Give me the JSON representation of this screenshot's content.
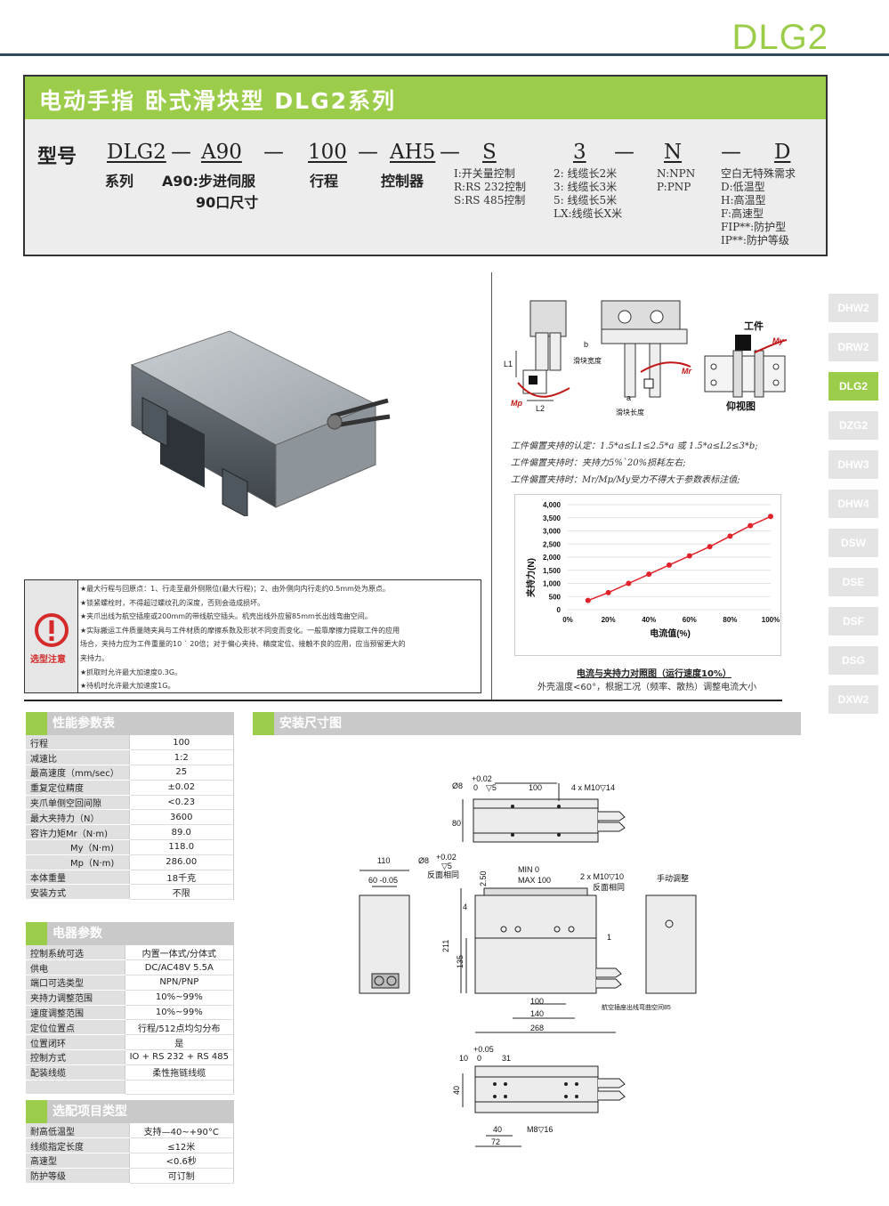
{
  "brand": "DLG2",
  "header": {
    "title": "电动手指  卧式滑块型  DLG2系列",
    "model_label": "型号",
    "codes": [
      "DLG2",
      "A90",
      "100",
      "AH5",
      "S",
      "3",
      "N",
      "D"
    ],
    "dash": "—",
    "labels": {
      "series": "系列",
      "motor": "A90:步进伺服",
      "motor2": "90口尺寸",
      "stroke": "行程",
      "controller": "控制器"
    },
    "control_options": [
      "I:开关量控制",
      "R:RS 232控制",
      "S:RS 485控制"
    ],
    "cable_options": [
      "2: 线缆长2米",
      "3: 线缆长3米",
      "5: 线缆长5米",
      "LX:线缆长X米"
    ],
    "io_options": [
      "N:NPN",
      "P:PNP"
    ],
    "special_options": [
      "空白无特殊需求",
      "D:低温型",
      "H:高温型",
      "F:高速型",
      "FIP**:防护型",
      "IP**:防护等级"
    ]
  },
  "side_tabs": [
    "DHW2",
    "DRW2",
    "DLG2",
    "DZG2",
    "DHW3",
    "DHW4",
    "DSW",
    "DSE",
    "DSF",
    "DSG",
    "DXW2"
  ],
  "active_tab": "DLG2",
  "notice": {
    "label": "选型注意",
    "lines": [
      "★最大行程与回原点：1、行走至最外侧限位(最大行程)；2、由外侧向内行走约0.5mm处为原点。",
      "★锁紧螺栓时，不得超过螺纹孔的深度，否则会造成损坏。",
      "★夹爪出线为航空插座或200mm的带线航空插头。机壳出线外应留85mm长出线弯曲空间。",
      "★实际搬运工件质量随夹具与工件材质的摩擦系数及形状不同变而变化。一般靠摩擦力提取工件的应用",
      "场合，夹持力应为工件重量的10 ` 20倍；对于偏心夹持、精度定位、接触不良的应用，应当预留更大的",
      "夹持力。",
      "★抓取时允许最大加速度0.3G。",
      "★待机时允许最大加速度1G。"
    ]
  },
  "offset_diagram": {
    "labels": {
      "workpiece": "工件",
      "bottom_view": "仰视图",
      "slider_width": "滑块宽度",
      "slider_length": "滑块长度",
      "L1": "L1",
      "L2": "L2",
      "a": "a",
      "b": "b",
      "Mp": "Mp",
      "Mr": "Mr",
      "My": "My"
    },
    "notes": [
      "工件偏置夹持的认定：1.5*a≤L1≤2.5*a 或 1.5*a≤L2≤3*b;",
      "工件偏置夹持时：夹持力5%`20%损耗左右;",
      "工件偏置夹持时：Mr/Mp/My受力不得大于参数表标注值;"
    ]
  },
  "chart_data": {
    "type": "line",
    "title": "电流与夹持力对照图（运行速度10%）",
    "xlabel": "电流值(%)",
    "ylabel": "夹持力(N)",
    "x_ticks": [
      "0%",
      "20%",
      "40%",
      "60%",
      "80%",
      "100%"
    ],
    "y_ticks": [
      "0",
      "500",
      "1,000",
      "1,500",
      "2,000",
      "2,500",
      "3,000",
      "3,500",
      "4,000"
    ],
    "xlim": [
      0,
      100
    ],
    "ylim": [
      0,
      4000
    ],
    "grid": true,
    "color": "#e2222a",
    "x": [
      10,
      20,
      30,
      40,
      50,
      60,
      70,
      80,
      90,
      100
    ],
    "values": [
      350,
      650,
      1000,
      1350,
      1700,
      2050,
      2400,
      2800,
      3200,
      3550
    ],
    "caption": "外壳温度<60°，根据工况（频率、散热）调整电流大小"
  },
  "performance": {
    "title": "性能参数表",
    "rows": [
      [
        "行程",
        "100"
      ],
      [
        "减速比",
        "1:2"
      ],
      [
        "最高速度（mm/sec）",
        "25"
      ],
      [
        "重复定位精度",
        "±0.02"
      ],
      [
        "夹爪单侧空回间隙",
        "<0.23"
      ],
      [
        "最大夹持力（N）",
        "3600"
      ],
      [
        "容许力矩Mr（N·m)",
        "89.0"
      ],
      [
        "My（N·m)",
        "118.0"
      ],
      [
        "Mp（N·m)",
        "286.00"
      ],
      [
        "本体重量",
        "18千克"
      ],
      [
        "安装方式",
        "不限"
      ]
    ]
  },
  "electrical": {
    "title": "电器参数",
    "rows": [
      [
        "控制系统可选",
        "内置一体式/分体式"
      ],
      [
        "供电",
        "DC/AC48V  5.5A"
      ],
      [
        "端口可选类型",
        "NPN/PNP"
      ],
      [
        "夹持力调整范围",
        "10%~99%"
      ],
      [
        "速度调整范围",
        "10%~99%"
      ],
      [
        "定位位置点",
        "行程/512点均匀分布"
      ],
      [
        "位置闭环",
        "是"
      ],
      [
        "控制方式",
        "IO + RS 232 + RS 485"
      ],
      [
        "配装线缆",
        "柔性拖链线缆"
      ],
      [
        "",
        ""
      ]
    ]
  },
  "options": {
    "title": "选配项目类型",
    "rows": [
      [
        "耐高低温型",
        "支持—40~+90°C"
      ],
      [
        "线缆指定长度",
        "≤12米"
      ],
      [
        "高速型",
        "<0.6秒"
      ],
      [
        "防护等级",
        "可订制"
      ]
    ]
  },
  "dimensions": {
    "title": "安装尺寸图",
    "labels": {
      "d1": "Ø8",
      "tol1": "+0.02",
      "tol0": "0",
      "depth5": "▽5",
      "w100": "100",
      "m10_14": "4 x M10▽14",
      "h80": "80",
      "w110": "110",
      "w60": "60 -0.05",
      "opposite": "反面相同",
      "h250": "2.50",
      "min0": "MIN  0",
      "max100": "MAX 100",
      "m10_10": "2 x M10▽10",
      "opposite2": "反面相同",
      "manual": "手动调整",
      "h4": "4",
      "h211": "211",
      "h135": "135",
      "one": "1",
      "b100": "100",
      "b140": "140",
      "b268": "268",
      "aviation": "航空插座出线弯曲空间85",
      "t10": "10",
      "t0": "0",
      "t31": "31",
      "t005": "+0.05",
      "h40": "40",
      "b40": "40",
      "b72": "72",
      "m8": "M8▽16"
    }
  }
}
